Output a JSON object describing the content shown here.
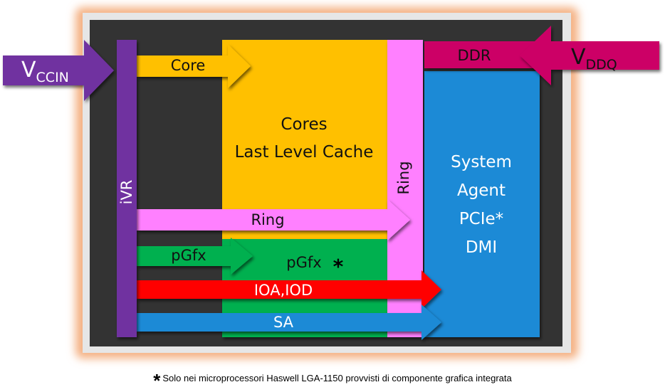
{
  "colors": {
    "core": "#ffc000",
    "ring": "#ff80ff",
    "pgfx": "#00b050",
    "ioa": "#ff0000",
    "sa": "#1f8ad6",
    "ddr": "#cc0066",
    "ivr": "#7030a0",
    "die": "#333333",
    "package": "#e6e6e6",
    "glow": "#f4b183"
  },
  "inputs": {
    "vccin": {
      "main": "V",
      "sub": "CCIN"
    },
    "vddq": {
      "main": "V",
      "sub": "DDQ"
    }
  },
  "blocks": {
    "ivr": "iVR",
    "cores_line1": "Cores",
    "cores_line2": "Last Level Cache",
    "ring": "Ring",
    "ddr": "DDR",
    "pgfx": "pGfx",
    "pgfx_mark": "*",
    "system_agent": [
      "System",
      "Agent",
      "PCIe*",
      "DMI"
    ]
  },
  "rails": {
    "core": "Core",
    "ring": "Ring",
    "pgfx": "pGfx",
    "ioa_iod": "IOA,IOD",
    "sa": "SA"
  },
  "footnote": {
    "mark": "*",
    "text": "Solo nei microprocessori Haswell LGA-1150 provvisti di componente grafica integrata"
  }
}
